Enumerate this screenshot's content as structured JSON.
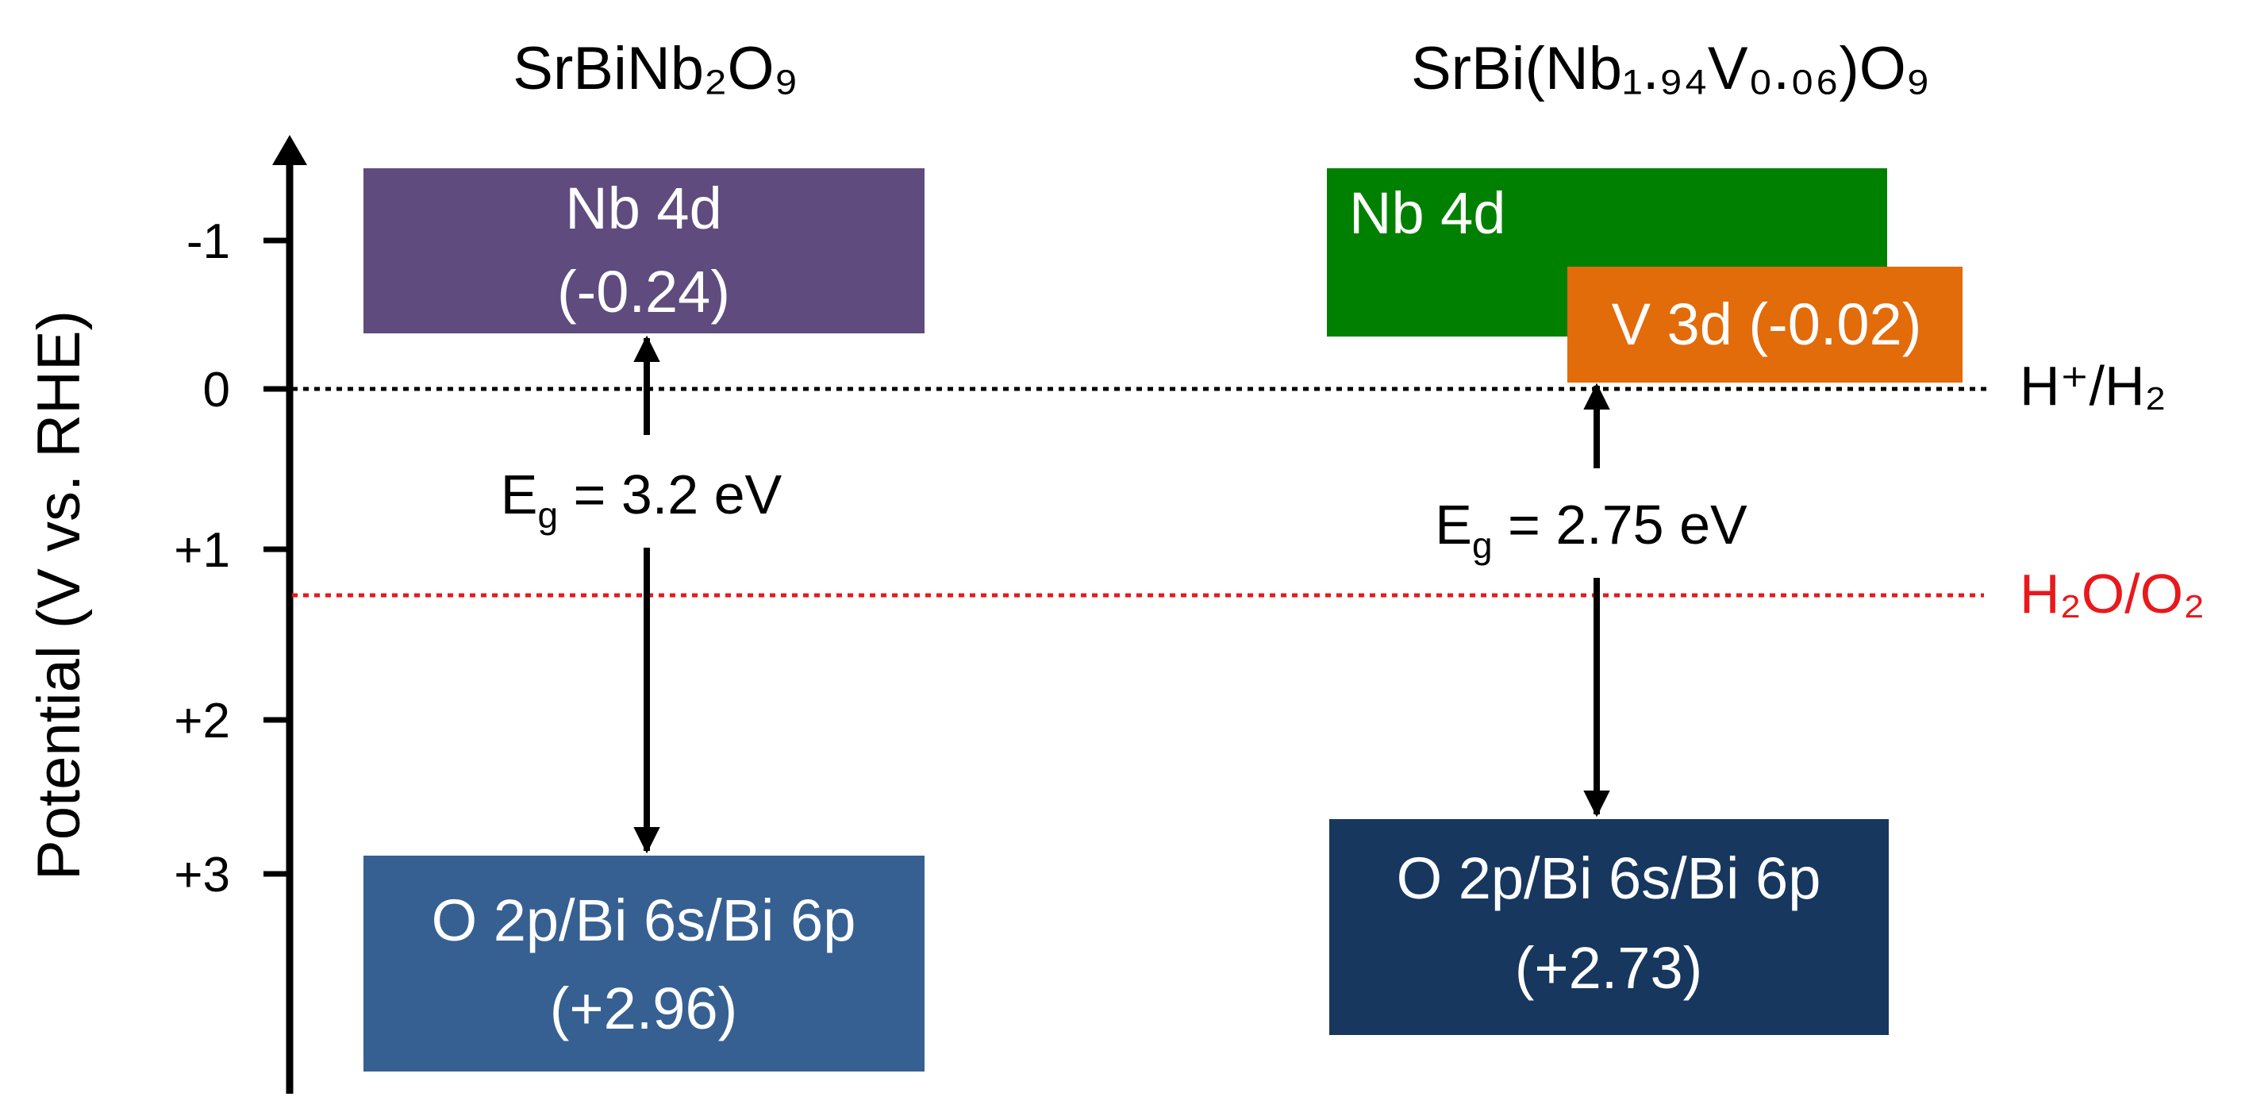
{
  "axis": {
    "label": "Potential (V vs. RHE)",
    "ticks": [
      {
        "value": -1,
        "label": "-1"
      },
      {
        "value": 0,
        "label": "0"
      },
      {
        "value": 1,
        "label": "+1"
      },
      {
        "value": 2,
        "label": "+2"
      },
      {
        "value": 3,
        "label": "+3"
      }
    ]
  },
  "reference_lines": {
    "h2": {
      "label": "H⁺/H₂",
      "potential": 0,
      "color": "#000000"
    },
    "o2": {
      "label": "H₂O/O₂",
      "potential": 1.23,
      "color": "#e8191c"
    }
  },
  "materials": {
    "sbn": {
      "formula": "SrBiNb₂O₉",
      "cb": {
        "name": "Nb 4d",
        "value": "(-0.24)",
        "edge": -0.24,
        "color": "#5f4b7d"
      },
      "vb": {
        "name": "O 2p/Bi 6s/Bi 6p",
        "value": "(+2.96)",
        "edge": 2.96,
        "color": "#366092"
      },
      "gap": "3.2 eV"
    },
    "sbnv": {
      "formula": "SrBi(Nb₁.₉₄V₀.₀₆)O₉",
      "cb": {
        "name": "Nb 4d",
        "color": "#008000"
      },
      "v3d": {
        "label": "V 3d (-0.02)",
        "edge": -0.02,
        "color": "#e26b0a"
      },
      "vb": {
        "name": "O 2p/Bi 6s/Bi 6p",
        "value": "(+2.73)",
        "edge": 2.73,
        "color": "#17375e"
      },
      "gap": "2.75 eV"
    }
  }
}
